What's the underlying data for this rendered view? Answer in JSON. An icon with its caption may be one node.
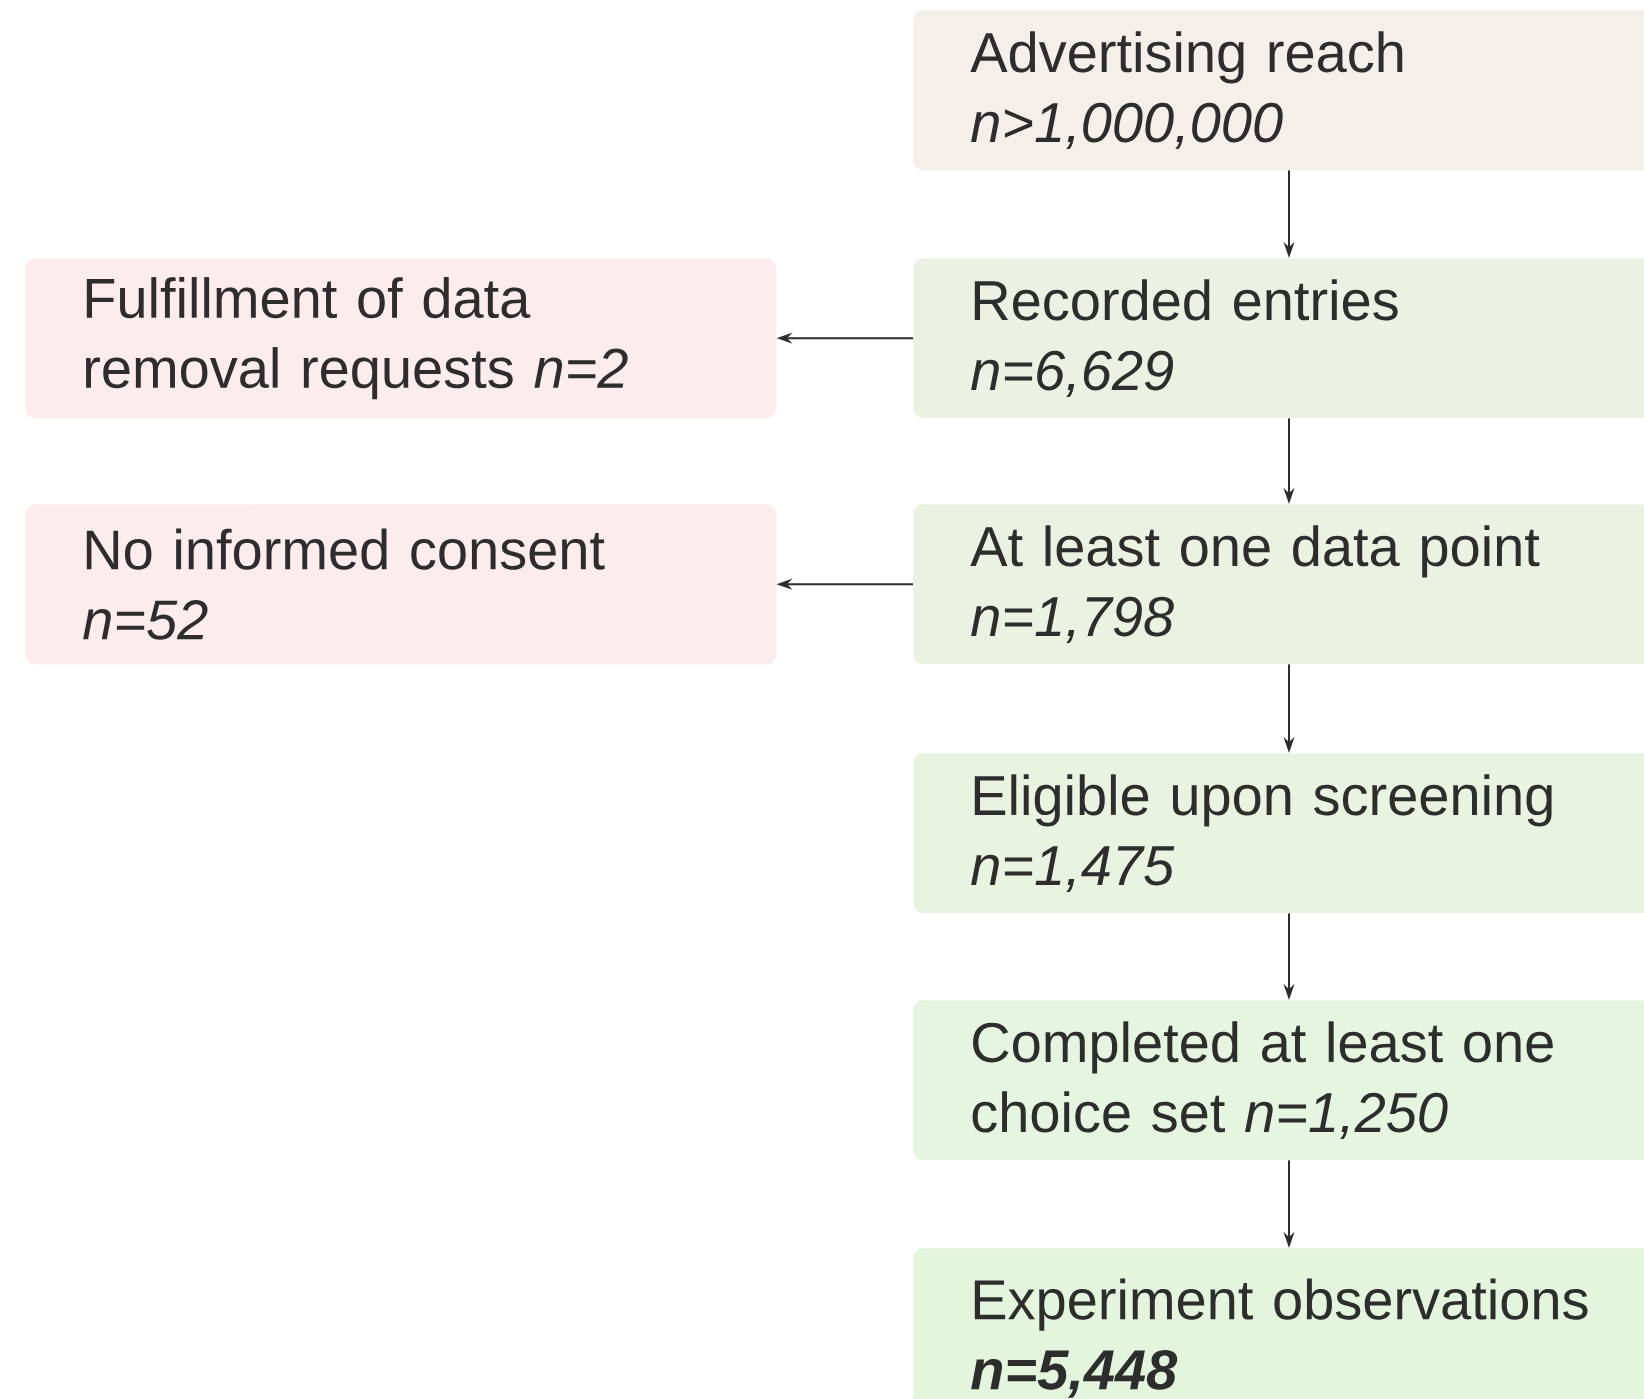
{
  "diagram": {
    "nodes": [
      {
        "text": [
          "Advertising reach",
          "n>1,000,000"
        ]
      },
      {
        "text": [
          "Fulfillment of data removal requests *n=2*"
        ]
      },
      {
        "text": [
          "Recorded entries",
          "n=6,629"
        ]
      },
      {
        "text": [
          "No informed consent",
          "n=52"
        ]
      },
      {
        "text": [
          "At least one data point",
          "n=1,798"
        ]
      },
      {
        "text": [
          "Eligible upon screening",
          "n=1,475"
        ]
      },
      {
        "text": [
          "Completed at least one choice set *n=1,250*"
        ]
      },
      {
        "text": [
          "Experiment observations",
          "**n=5,448**"
        ]
      }
    ],
    "edges": [
      {
        "from": 0,
        "to": 2,
        "arrow": "to"
      },
      {
        "from": 2,
        "to": 1,
        "arrow": "to"
      },
      {
        "from": 2,
        "to": 4,
        "arrow": "to"
      },
      {
        "from": 4,
        "to": 3,
        "arrow": "to"
      },
      {
        "from": 4,
        "to": 5,
        "arrow": "to"
      },
      {
        "from": 5,
        "to": 6,
        "arrow": "to"
      },
      {
        "from": 6,
        "to": 7,
        "arrow": "to"
      }
    ]
  }
}
